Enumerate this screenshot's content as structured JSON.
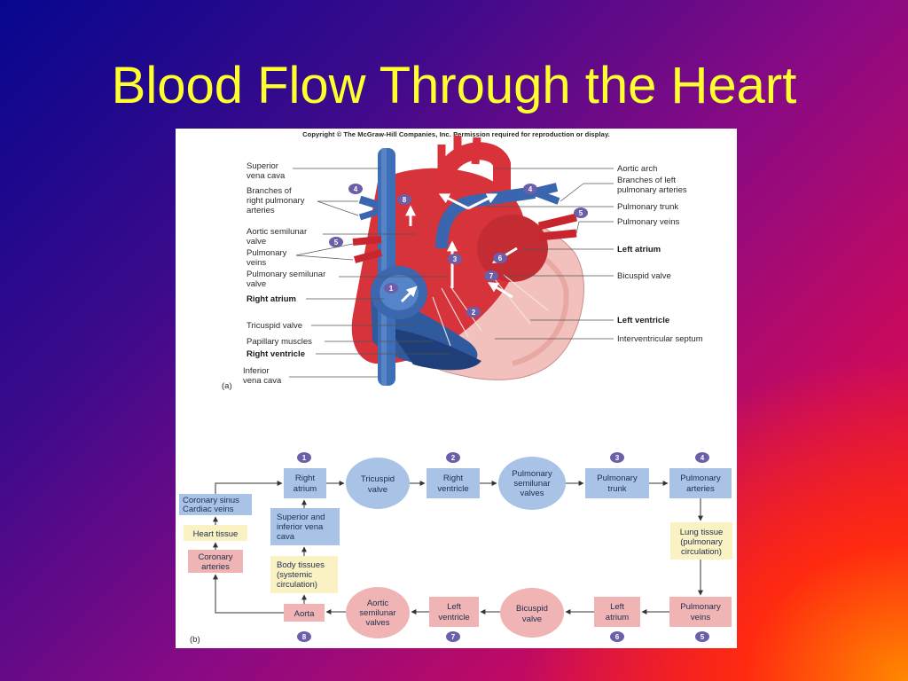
{
  "slide": {
    "title": "Blood Flow Through the Heart"
  },
  "figure": {
    "copyright": "Copyright © The McGraw-Hill Companies, Inc. Permission required for reproduction or display.",
    "part_a_label": "(a)",
    "part_b_label": "(b)",
    "left_labels": {
      "superior_vena_cava": [
        "Superior",
        "vena cava"
      ],
      "right_pulmonary_arteries": [
        "Branches of",
        "right pulmonary",
        "arteries"
      ],
      "aortic_semilunar_valve": [
        "Aortic semilunar",
        "valve"
      ],
      "pulmonary_veins": [
        "Pulmonary",
        "veins"
      ],
      "pulmonary_semilunar_valve": [
        "Pulmonary semilunar",
        "valve"
      ],
      "right_atrium": "Right atrium",
      "tricuspid_valve": "Tricuspid valve",
      "papillary_muscles": "Papillary muscles",
      "right_ventricle": "Right ventricle",
      "inferior_vena_cava": [
        "Inferior",
        "vena cava"
      ]
    },
    "right_labels": {
      "aortic_arch": "Aortic arch",
      "left_pulmonary_arteries": [
        "Branches of left",
        "pulmonary arteries"
      ],
      "pulmonary_trunk": "Pulmonary trunk",
      "pulmonary_veins": "Pulmonary veins",
      "left_atrium": "Left atrium",
      "bicuspid_valve": "Bicuspid valve",
      "left_ventricle": "Left ventricle",
      "interventricular_septum": "Interventricular septum"
    },
    "heart_markers": {
      "m4_left": "4",
      "m8": "8",
      "m4_right": "4",
      "m5_right": "5",
      "m5_left": "5",
      "m3": "3",
      "m6": "6",
      "m7": "7",
      "m1": "1",
      "m2": "2"
    },
    "flowchart": {
      "step_numbers": {
        "s1": "1",
        "s2": "2",
        "s3": "3",
        "s4": "4",
        "s8": "8",
        "s7": "7",
        "s6": "6",
        "s5": "5"
      },
      "right_atrium": [
        "Right",
        "atrium"
      ],
      "tricuspid_valve": [
        "Tricuspid",
        "valve"
      ],
      "right_ventricle": [
        "Right",
        "ventricle"
      ],
      "pulmonary_semilunar_valves": [
        "Pulmonary",
        "semilunar",
        "valves"
      ],
      "pulmonary_trunk": [
        "Pulmonary",
        "trunk"
      ],
      "pulmonary_arteries": [
        "Pulmonary",
        "arteries"
      ],
      "lung_tissue": [
        "Lung tissue",
        "(pulmonary",
        "circulation)"
      ],
      "pulmonary_veins": [
        "Pulmonary",
        "veins"
      ],
      "left_atrium": [
        "Left",
        "atrium"
      ],
      "bicuspid_valve": [
        "Bicuspid",
        "valve"
      ],
      "left_ventricle": [
        "Left",
        "ventricle"
      ],
      "aortic_semilunar_valves": [
        "Aortic",
        "semilunar",
        "valves"
      ],
      "aorta": "Aorta",
      "body_tissues": [
        "Body tissues",
        "(systemic",
        "circulation)"
      ],
      "superior_inferior_vena_cava": [
        "Superior and",
        "inferior vena",
        "cava"
      ],
      "coronary_sinus": [
        "Coronary sinus",
        "Cardiac veins"
      ],
      "heart_tissue": "Heart tissue",
      "coronary_arteries": [
        "Coronary",
        "arteries"
      ]
    },
    "colors": {
      "blue_box": "#a9c3e6",
      "pink_box": "#f0b4b4",
      "yellow_box": "#fbf2c4",
      "marker": "#6a5fa8",
      "title": "#ffff2e"
    }
  }
}
